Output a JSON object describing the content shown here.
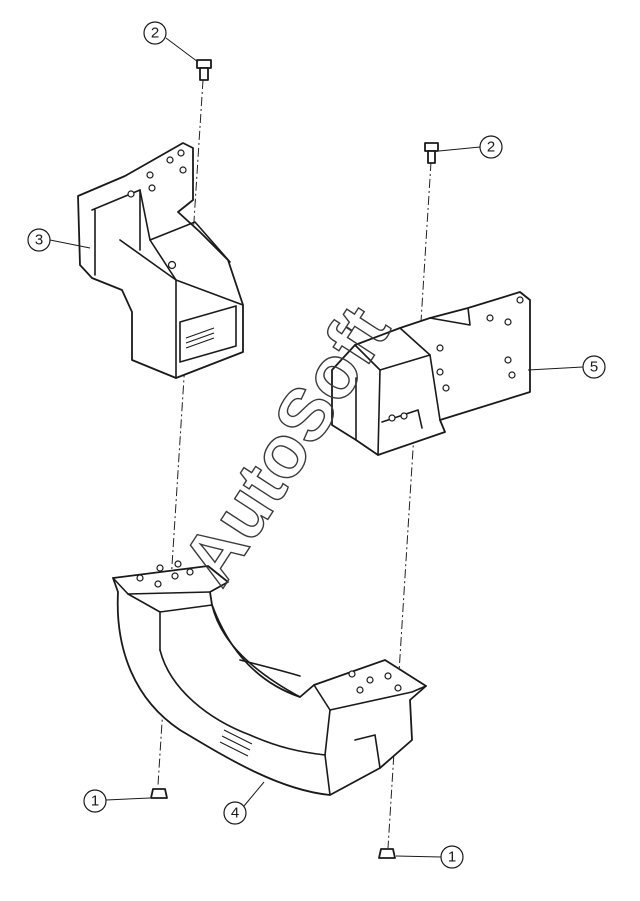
{
  "callouts": [
    {
      "id": "c2a",
      "label": "2"
    },
    {
      "id": "c2b",
      "label": "2"
    },
    {
      "id": "c3",
      "label": "3"
    },
    {
      "id": "c5",
      "label": "5"
    },
    {
      "id": "c1a",
      "label": "1"
    },
    {
      "id": "c4",
      "label": "4"
    },
    {
      "id": "c1b",
      "label": "1"
    }
  ],
  "watermark": "AutoSoft"
}
